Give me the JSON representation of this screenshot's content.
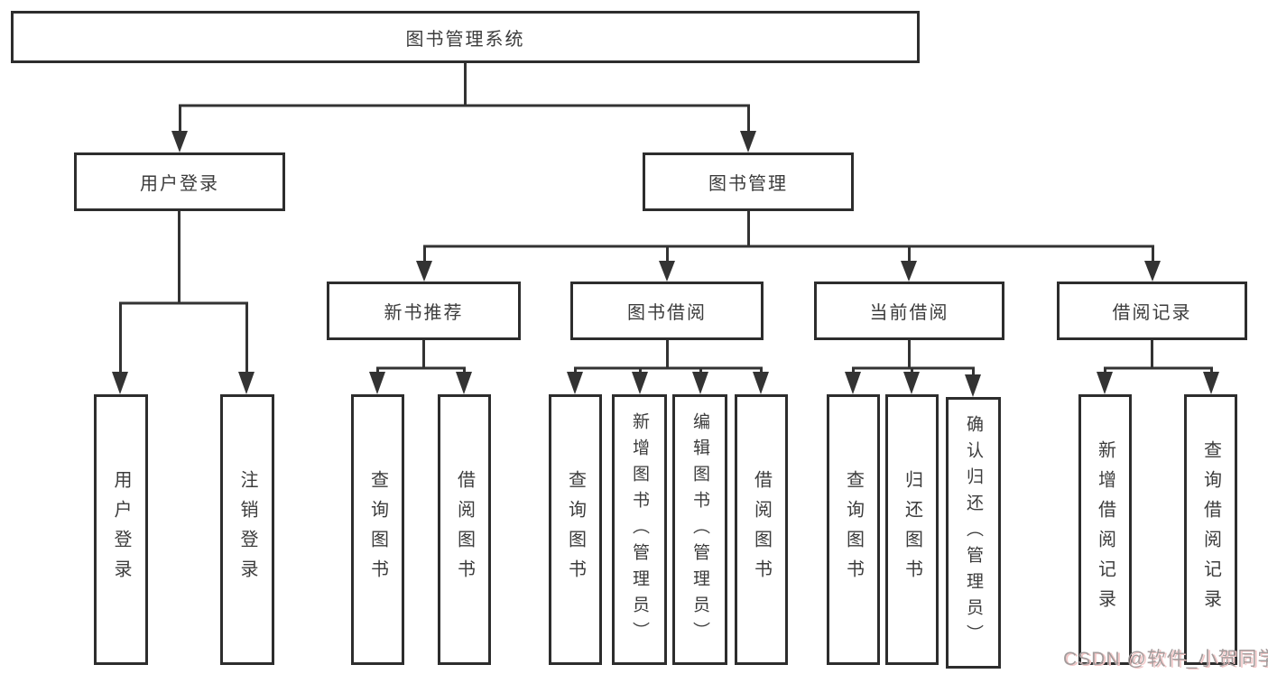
{
  "watermark": "CSDN @软件_小贺同学",
  "colors": {
    "line": "#333333",
    "border": "#2d2d2d",
    "text": "#3c3c3c",
    "watermark": "#a39c9c"
  },
  "tree": {
    "root": {
      "label": "图书管理系统"
    },
    "branches": [
      {
        "label": "用户登录",
        "children": [
          {
            "label": "用户登录"
          },
          {
            "label": "注销登录"
          }
        ]
      },
      {
        "label": "图书管理",
        "children": [
          {
            "label": "新书推荐",
            "children": [
              {
                "label": "查询图书"
              },
              {
                "label": "借阅图书"
              }
            ]
          },
          {
            "label": "图书借阅",
            "children": [
              {
                "label": "查询图书"
              },
              {
                "label": "新增图书（管理员）"
              },
              {
                "label": "编辑图书（管理员）"
              },
              {
                "label": "借阅图书"
              }
            ]
          },
          {
            "label": "当前借阅",
            "children": [
              {
                "label": "查询图书"
              },
              {
                "label": "归还图书"
              },
              {
                "label": "确认归还（管理员）"
              }
            ]
          },
          {
            "label": "借阅记录",
            "children": [
              {
                "label": "新增借阅记录"
              },
              {
                "label": "查询借阅记录"
              }
            ]
          }
        ]
      }
    ]
  }
}
